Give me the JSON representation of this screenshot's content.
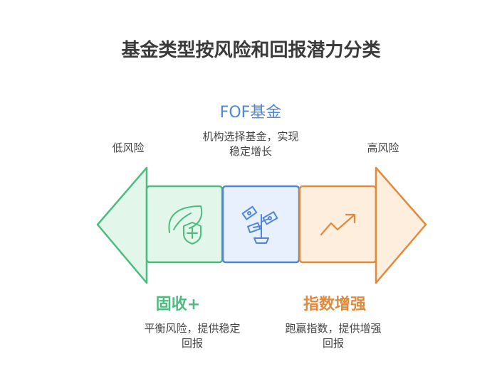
{
  "title": "基金类型按风险和回报潜力分类",
  "risk_low_label": "低风险",
  "risk_high_label": "高风险",
  "segments": [
    {
      "name": "固收+",
      "description": [
        "平衡风险，提供稳定",
        "回报"
      ],
      "color": "#4cbb7f",
      "fill": "#e2f7ea",
      "icon": "leaf-shield-icon"
    },
    {
      "name": "FOF基金",
      "description": [
        "机构选择基金，实现",
        "稳定增长"
      ],
      "color": "#4f86d9",
      "fill": "#e8f0fd",
      "icon": "money-plant-icon"
    },
    {
      "name": "指数增强",
      "description": [
        "跑赢指数，提供增强",
        "回报"
      ],
      "color": "#e08a3c",
      "fill": "#fdeedd",
      "icon": "trend-up-icon"
    }
  ]
}
